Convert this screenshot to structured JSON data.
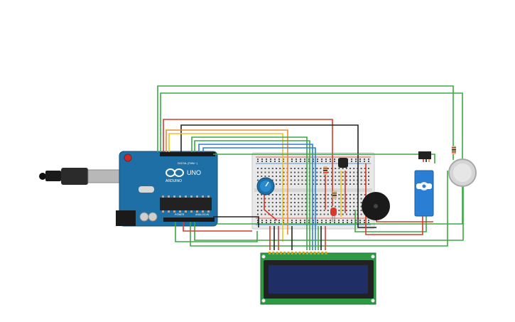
{
  "arduino": {
    "brand": "ARDUINO",
    "model": "UNO",
    "digital_header": "DIGITAL (PWM ~)",
    "power_header": "POWER",
    "analog_header": "ANALOG IN"
  },
  "components": {
    "breadboard": "breadboard",
    "lcd": "16x2 LCD",
    "buzzer": "piezo buzzer",
    "servo": "micro servo",
    "gas_sensor": "gas sensor",
    "potentiometer": "potentiometer",
    "temperature_sensor": "temperature sensor",
    "led": "red LED",
    "resistor": "resistor"
  },
  "colors": {
    "arduino_board": "#1d6fa5",
    "wire_green": "#3aa845",
    "wire_red": "#d53a2e",
    "wire_black": "#222222",
    "wire_yellow": "#f2c21b",
    "wire_orange": "#f08b2b",
    "wire_blue": "#2a7fd4",
    "lcd_screen": "#1f2f66",
    "lcd_pcb": "#2f9a45",
    "servo_body": "#2a7fd4",
    "breadboard": "#e8e8e8"
  }
}
